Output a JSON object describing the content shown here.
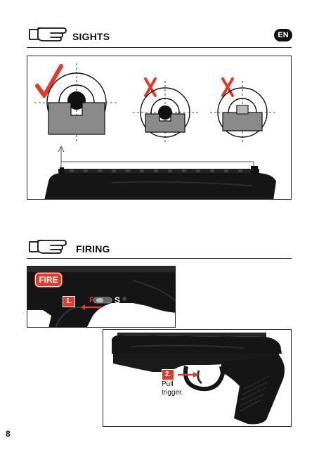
{
  "page_number": "8",
  "language_badge": "EN",
  "sights": {
    "title": "SIGHTS",
    "diagrams": [
      {
        "label": "correct-sight-picture",
        "mark": "check"
      },
      {
        "label": "incorrect-low-sight-picture",
        "mark": "x"
      },
      {
        "label": "incorrect-high-sight-picture",
        "mark": "x"
      }
    ]
  },
  "firing": {
    "title": "FIRING",
    "fire_tag": "FIRE",
    "step1": "1.",
    "safety_f": "F",
    "safety_s": "S",
    "step2": "2.",
    "pull_text": "Pull\ntrigger."
  },
  "colors": {
    "accent_red": "#e03a2f",
    "sight_gray": "#8a8a8a",
    "gun_black": "#151515"
  }
}
